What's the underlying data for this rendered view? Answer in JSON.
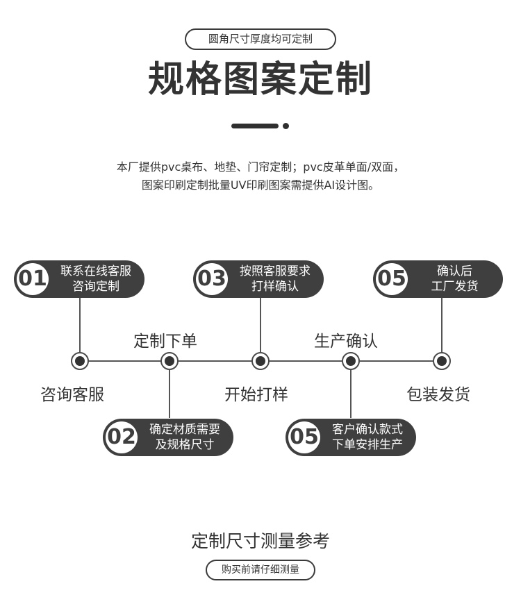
{
  "header": {
    "badge": "圆角尺寸厚度均可定制",
    "title": "规格图案定制",
    "description_line1": "本厂提供pvc桌布、地垫、门帘定制；pvc皮革单面/双面，",
    "description_line2": "图案印刷定制批量UV印刷图案需提供AI设计图。"
  },
  "process": {
    "steps": [
      {
        "num": "01",
        "line1": "联系在线客服",
        "line2": "咨询定制"
      },
      {
        "num": "03",
        "line1": "按照客服要求",
        "line2": "打样确认"
      },
      {
        "num": "05",
        "line1": "确认后",
        "line2": "工厂发货"
      },
      {
        "num": "02",
        "line1": "确定材质需要",
        "line2": "及规格尺寸"
      },
      {
        "num": "05",
        "line1": "客户确认款式",
        "line2": "下单安排生产"
      }
    ],
    "stages_top": [
      "定制下单",
      "生产确认"
    ],
    "stages_bottom": [
      "咨询客服",
      "开始打样",
      "包装发货"
    ]
  },
  "footer": {
    "heading": "定制尺寸测量参考",
    "badge": "购买前请仔细测量"
  },
  "colors": {
    "dark": "#3f3f3f",
    "text": "#333333",
    "background": "#ffffff"
  }
}
